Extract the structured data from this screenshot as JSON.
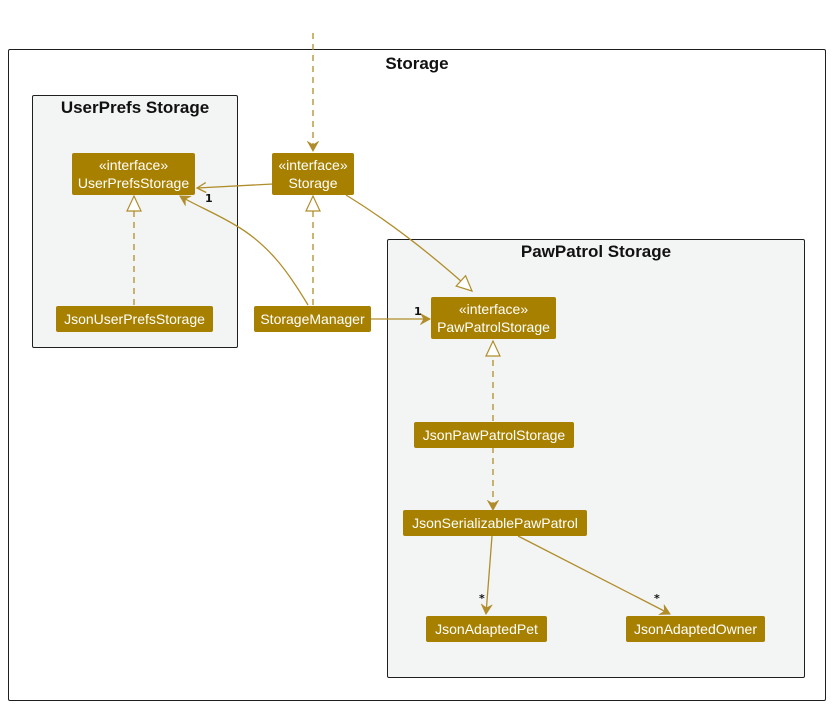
{
  "packages": {
    "storage": {
      "title": "Storage"
    },
    "userprefs": {
      "title": "UserPrefs Storage"
    },
    "pawpatrol": {
      "title": "PawPatrol Storage"
    }
  },
  "classes": {
    "userprefs_storage": {
      "stereotype": "«interface»",
      "name": "UserPrefsStorage"
    },
    "storage": {
      "stereotype": "«interface»",
      "name": "Storage"
    },
    "json_userprefs_storage": {
      "name": "JsonUserPrefsStorage"
    },
    "storage_manager": {
      "name": "StorageManager"
    },
    "pawpatrol_storage": {
      "stereotype": "«interface»",
      "name": "PawPatrolStorage"
    },
    "json_pawpatrol_storage": {
      "name": "JsonPawPatrolStorage"
    },
    "json_serializable_pawpatrol": {
      "name": "JsonSerializablePawPatrol"
    },
    "json_adapted_pet": {
      "name": "JsonAdaptedPet"
    },
    "json_adapted_owner": {
      "name": "JsonAdaptedOwner"
    }
  },
  "multiplicities": {
    "storage_to_userprefs": "1",
    "manager_to_pawpatrol": "1",
    "to_pet": "*",
    "to_owner": "*"
  },
  "colors": {
    "class_fill": "#a88000",
    "edge": "#b08d2b",
    "package_fill": "#f3f5f4"
  }
}
